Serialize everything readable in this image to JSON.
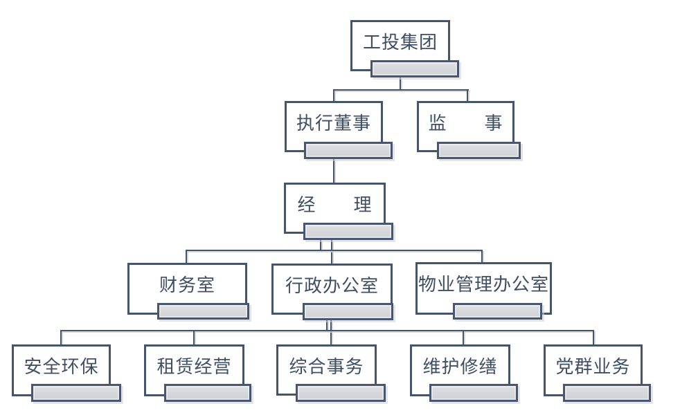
{
  "diagram": {
    "type": "org-chart",
    "colors": {
      "outline": "#44546a",
      "text": "#3f4e64",
      "placeholder_fill": "#d6d8db",
      "background": "#ffffff"
    },
    "nodes": [
      {
        "id": "group-root",
        "level": 1,
        "label": "工投集团"
      },
      {
        "id": "executive-director",
        "level": 2,
        "label": "执行董事"
      },
      {
        "id": "supervisor",
        "level": 2,
        "label": "监　　事"
      },
      {
        "id": "manager",
        "level": 3,
        "label": "经　　理"
      },
      {
        "id": "finance-office",
        "level": 4,
        "label": "财务室"
      },
      {
        "id": "admin-office",
        "level": 4,
        "label": "行政办公室"
      },
      {
        "id": "property-office",
        "level": 4,
        "label": "物业管理办公室"
      },
      {
        "id": "safety-env",
        "level": 5,
        "label": "安全环保"
      },
      {
        "id": "leasing",
        "level": 5,
        "label": "租赁经营"
      },
      {
        "id": "general-affairs",
        "level": 5,
        "label": "综合事务"
      },
      {
        "id": "maintenance",
        "level": 5,
        "label": "维护修缮"
      },
      {
        "id": "party-mass",
        "level": 5,
        "label": "党群业务"
      }
    ]
  }
}
